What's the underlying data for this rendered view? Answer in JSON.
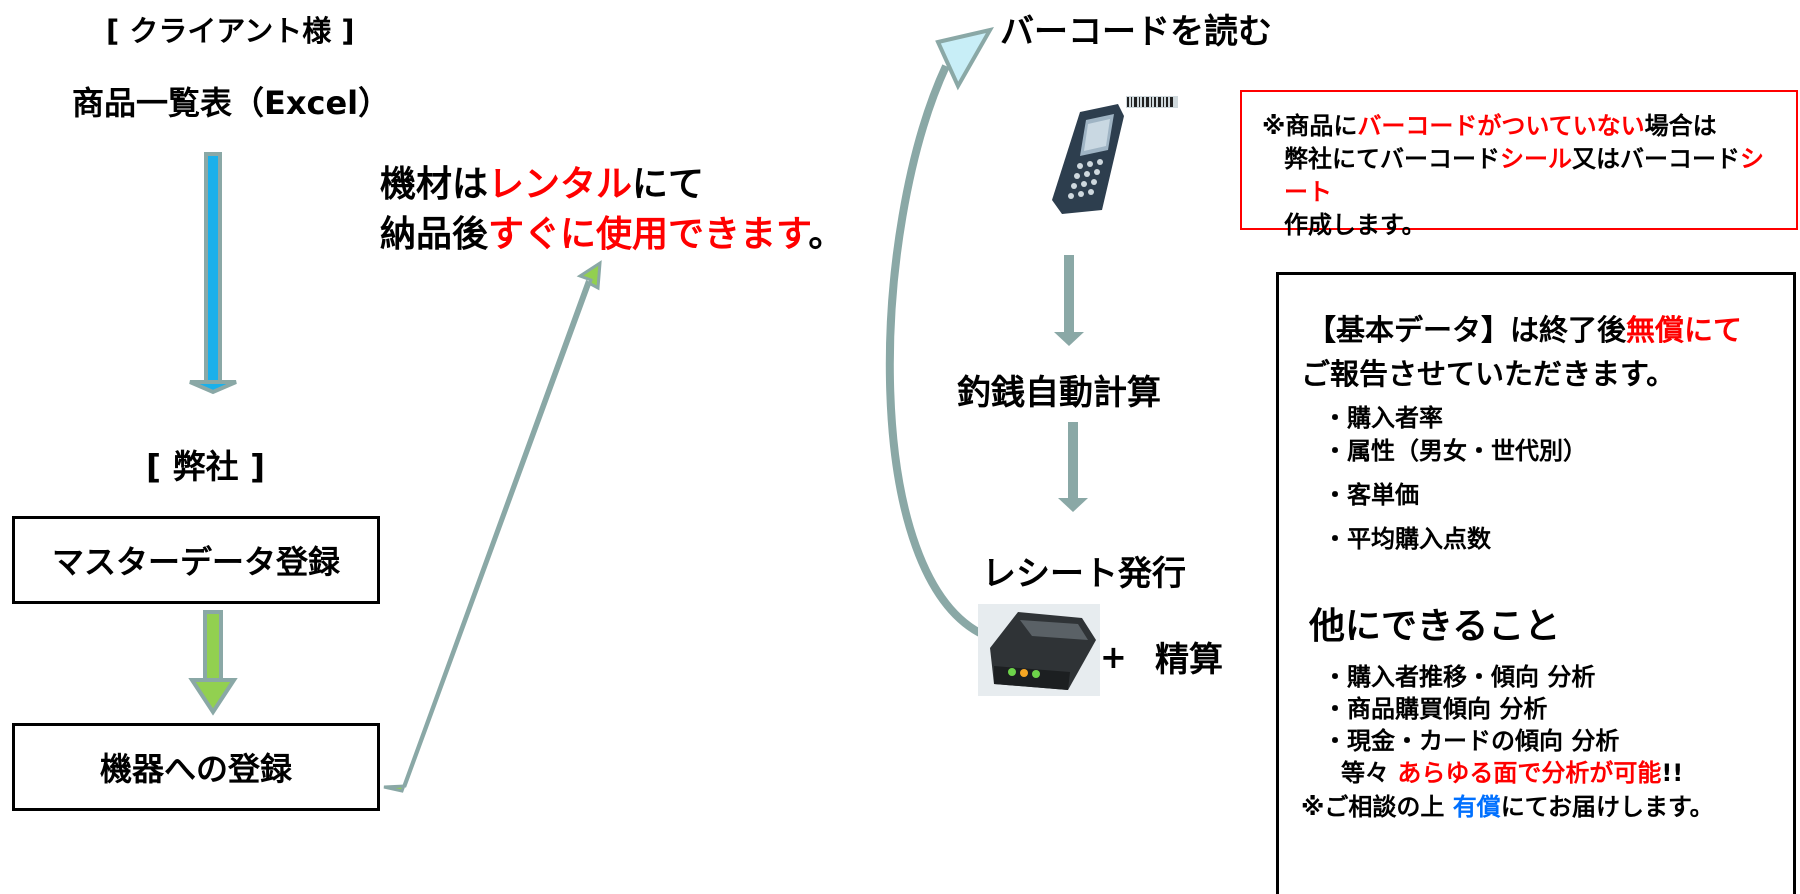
{
  "client_label": "[ クライアント様 ]",
  "excel_title": "商品一覧表（Excel）",
  "company_label": "[ 弊社 ]",
  "master_box": "マスターデータ登録",
  "device_box": "機器への登録",
  "rental": {
    "line1_a": "機材は",
    "line1_b": "レンタル",
    "line1_c": "にて",
    "line2_a": "納品後",
    "line2_b": "すぐに使用できます",
    "line2_c": "。"
  },
  "barcode_read": "バーコードを読む",
  "change_calc": "釣銭自動計算",
  "receipt": "レシート発行",
  "plus": "+",
  "settle": "精算",
  "note": {
    "l1_a": "※商品に",
    "l1_b": "バーコードがついていない",
    "l1_c": "場合は",
    "l2_a": "弊社にてバーコード",
    "l2_b": "シール",
    "l2_c": "又はバーコード",
    "l2_d": "シート",
    "l3": "作成します。"
  },
  "data_box": {
    "basic_a": "【基本データ】は終了後",
    "basic_b": "無償にて",
    "basic_line2": "ご報告させていただきます。",
    "items": [
      "・購入者率",
      "・属性（男女・世代別）",
      "・客単価",
      "・平均購入点数"
    ],
    "other_title": "他にできること",
    "other_items": [
      "・購入者推移・傾向 分析",
      "・商品購買傾向 分析",
      "・現金・カードの傾向 分析"
    ],
    "etc_a": "等々 ",
    "etc_b": "あらゆる面で分析が可能",
    "etc_c": "!!",
    "consult_a": "※ご相談の上 ",
    "consult_b": "有償",
    "consult_c": "にてお届けします。"
  },
  "colors": {
    "blue_arrow": "#1ab0ea",
    "green_arrow": "#92d050",
    "gray_arrow": "#8aa8a6",
    "highlight_red": "#ff0000",
    "highlight_blue": "#0070ff"
  },
  "icons": [
    "barcode-scanner-icon",
    "receipt-printer-icon"
  ]
}
